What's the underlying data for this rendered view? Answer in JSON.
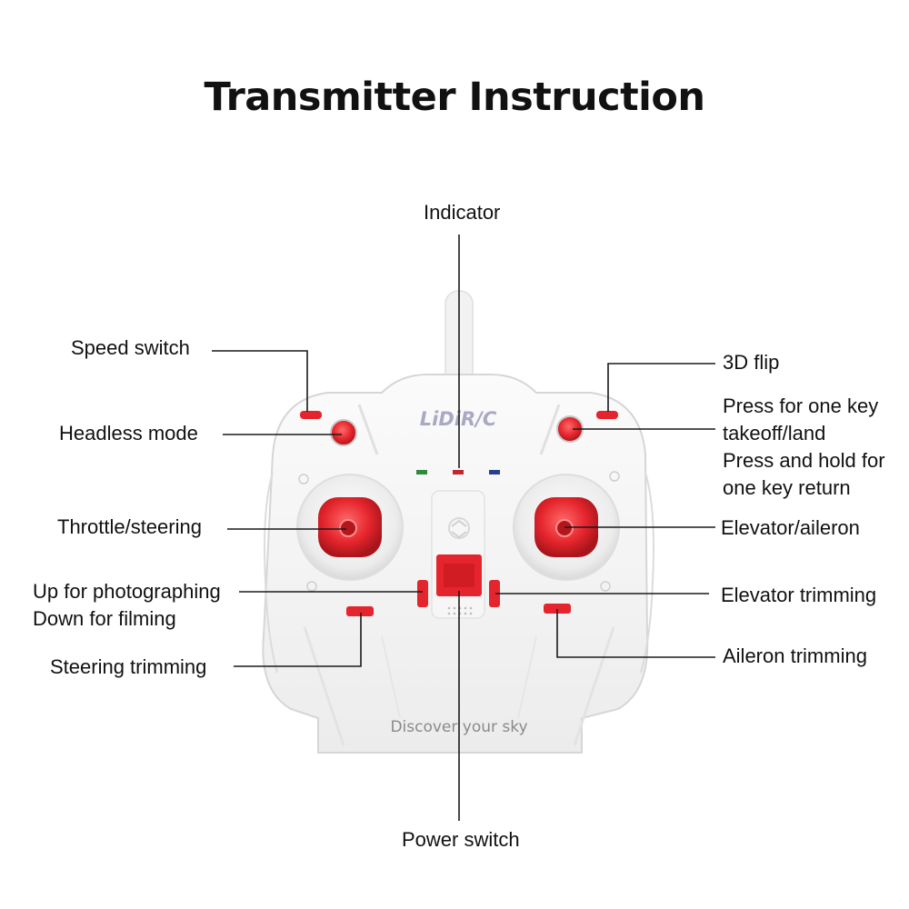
{
  "title": "Transmitter Instruction",
  "device": {
    "brand_logo": "LiDiR/C",
    "slogan": "Discover your sky"
  },
  "labels": {
    "indicator": "Indicator",
    "speed_switch": "Speed switch",
    "headless_mode": "Headless mode",
    "flip_3d": "3D flip",
    "one_key_line1": "Press for one key",
    "one_key_line2": "takeoff/land",
    "one_key_line3": "Press and hold for",
    "one_key_line4": "one key return",
    "throttle_steering": "Throttle/steering",
    "elevator_aileron": "Elevator/aileron",
    "photo_line1": "Up for photographing",
    "photo_line2": "Down for filming",
    "elevator_trimming": "Elevator trimming",
    "steering_trimming": "Steering trimming",
    "aileron_trimming": "Aileron trimming",
    "power_switch": "Power switch"
  },
  "colors": {
    "body": "#f4f4f4",
    "accent_red": "#e5252d",
    "indicator_green": "#2e8b3a",
    "indicator_red": "#c0282e",
    "indicator_blue": "#2a3f8f",
    "line": "#1a1a1a"
  }
}
